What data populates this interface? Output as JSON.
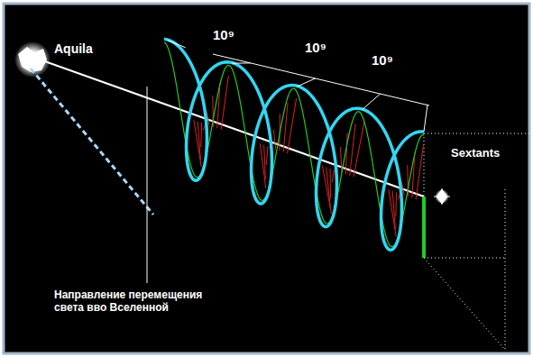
{
  "diagram": {
    "labels": [
      "Aquila",
      "10⁹",
      "10⁹",
      "10⁹",
      "Sextants",
      "Направление перемещения света вво Вселенной"
    ]
  }
}
